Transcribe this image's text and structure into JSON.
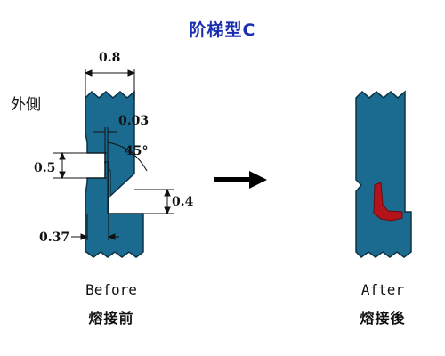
{
  "title": "阶梯型C",
  "side_label": "外側",
  "dimensions": {
    "width": "0.8",
    "gap": "0.03",
    "angle": "45°",
    "step": "0.5",
    "depth": "0.4",
    "offset": "0.37"
  },
  "before": {
    "label_en": "Before",
    "label_cn": "熔接前"
  },
  "after": {
    "label_en": "After",
    "label_cn": "熔接後"
  },
  "colors": {
    "part_fill": "#1a6b8f",
    "part_stroke": "#0c3347",
    "weld": "#b3141b",
    "title": "#1a2fb0",
    "arrow": "#000000"
  }
}
